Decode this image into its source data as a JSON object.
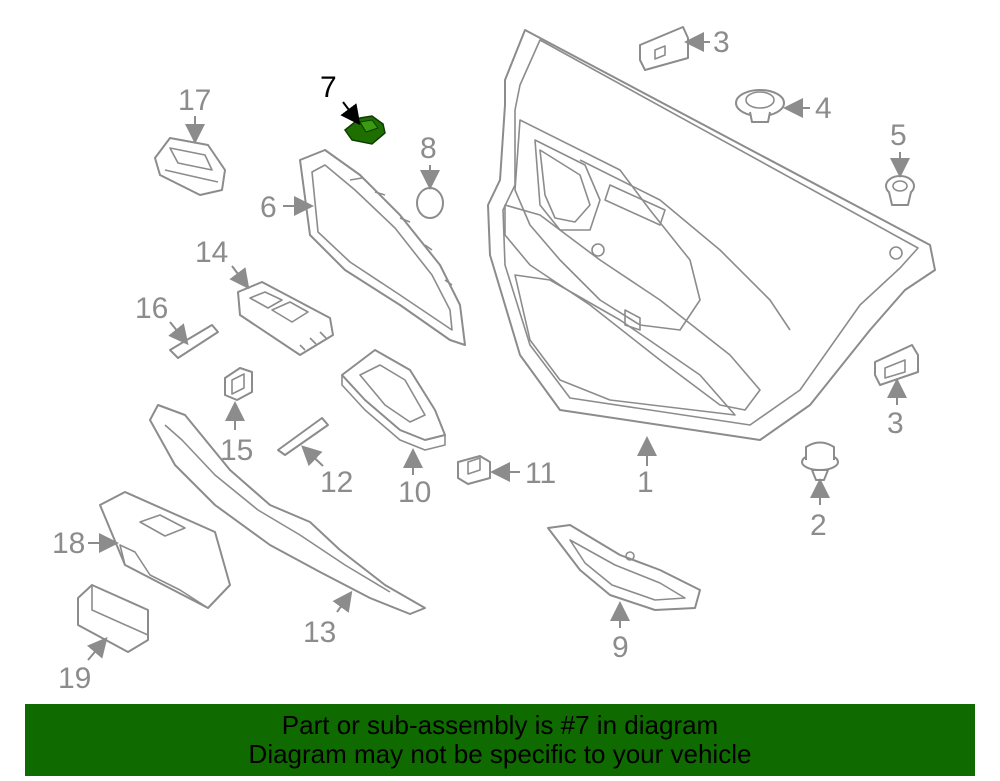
{
  "callouts": {
    "c1": "1",
    "c2": "2",
    "c3a": "3",
    "c3b": "3",
    "c4": "4",
    "c5": "5",
    "c6": "6",
    "c7": "7",
    "c8": "8",
    "c9": "9",
    "c10": "10",
    "c11": "11",
    "c12": "12",
    "c13": "13",
    "c14": "14",
    "c15": "15",
    "c16": "16",
    "c17": "17",
    "c18": "18",
    "c19": "19"
  },
  "highlight": {
    "part_number": "7",
    "color": "#1f6e00"
  },
  "colors": {
    "line": "#8c8c8c",
    "banner": "#0f6b00",
    "banner_text": "#000000"
  },
  "footer": {
    "line1": "Part or sub-assembly is #7 in diagram",
    "line2": "Diagram may not be specific to your vehicle"
  }
}
